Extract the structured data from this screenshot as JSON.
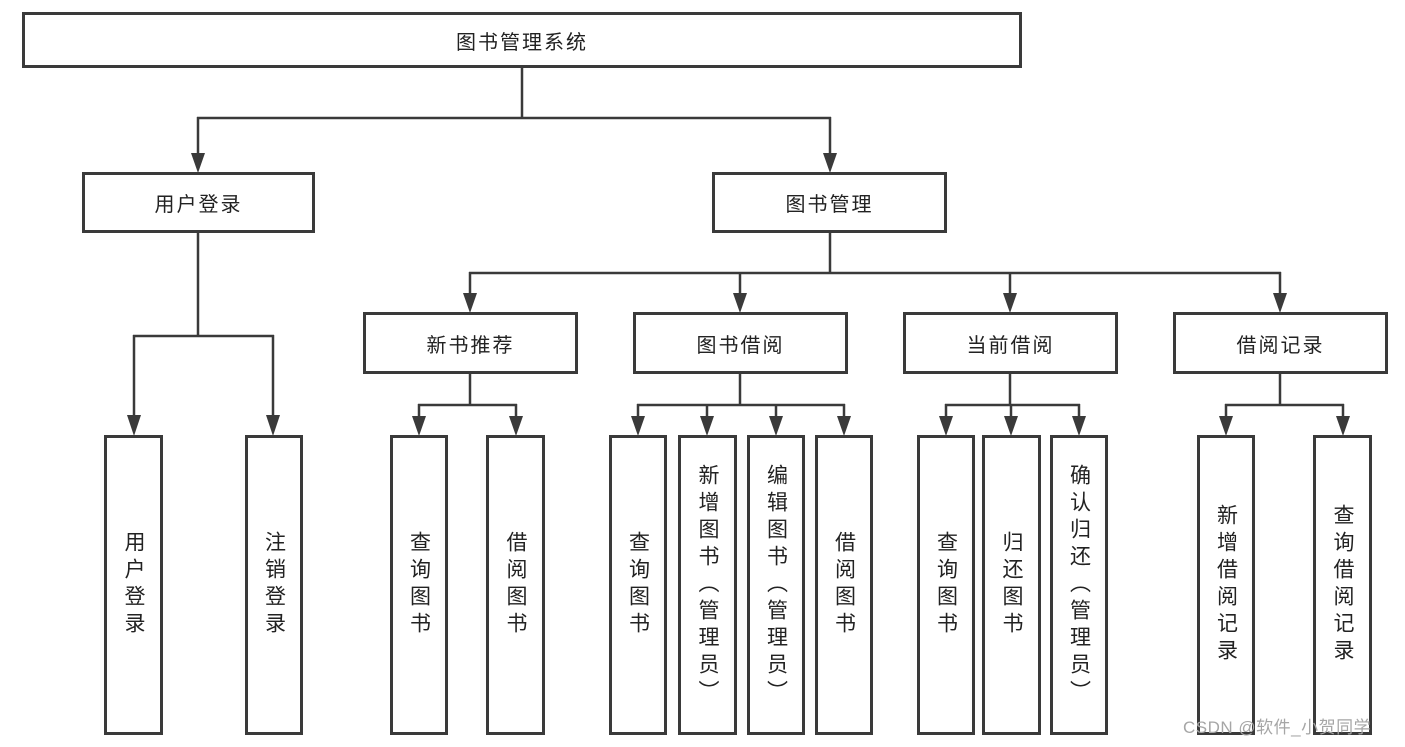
{
  "nodes": {
    "root": "图书管理系统",
    "user_login": "用户登录",
    "book_mgmt": "图书管理",
    "new_book": "新书推荐",
    "book_borrow": "图书借阅",
    "current_borrow": "当前借阅",
    "borrow_record": "借阅记录"
  },
  "leaves": {
    "user_login": [
      "用户登录",
      "注销登录"
    ],
    "new_book": [
      "查询图书",
      "借阅图书"
    ],
    "book_borrow": [
      "查询图书",
      "新增图书（管理员）",
      "编辑图书（管理员）",
      "借阅图书"
    ],
    "current_borrow": [
      "查询图书",
      "归还图书",
      "确认归还（管理员）"
    ],
    "borrow_record": [
      "新增借阅记录",
      "查询借阅记录"
    ]
  },
  "watermark": "CSDN @软件_小贺同学",
  "colors": {
    "line": "#3a3a3a",
    "box_border": "#3a3a3a",
    "text": "#222222",
    "background": "#ffffff",
    "watermark": "#a6a6a6"
  }
}
